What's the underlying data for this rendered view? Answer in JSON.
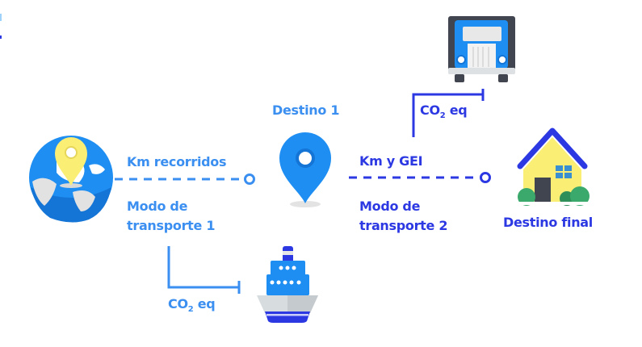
{
  "colors": {
    "light_blue": "#3b8ff0",
    "dark_blue": "#2c39e3",
    "yellow": "#fbee74",
    "grey": "#41454f"
  },
  "nodes": {
    "origin": {
      "icon": "globe-with-pin-icon"
    },
    "destination_1": {
      "label": "Destino 1",
      "icon": "map-pin-icon"
    },
    "final_destination": {
      "label": "Destino final",
      "icon": "house-icon"
    }
  },
  "leg_1": {
    "distance_label": "Km recorridos",
    "mode_line1": "Modo de",
    "mode_line2": "transporte 1",
    "emission_label": "CO",
    "emission_sub": "2",
    "emission_suffix": " eq",
    "vehicle_icon": "ship-icon"
  },
  "leg_2": {
    "distance_label": "Km y GEI",
    "mode_line1": "Modo de",
    "mode_line2": "transporte 2",
    "emission_label": "CO",
    "emission_sub": "2",
    "emission_suffix": " eq",
    "vehicle_icon": "truck-icon"
  }
}
